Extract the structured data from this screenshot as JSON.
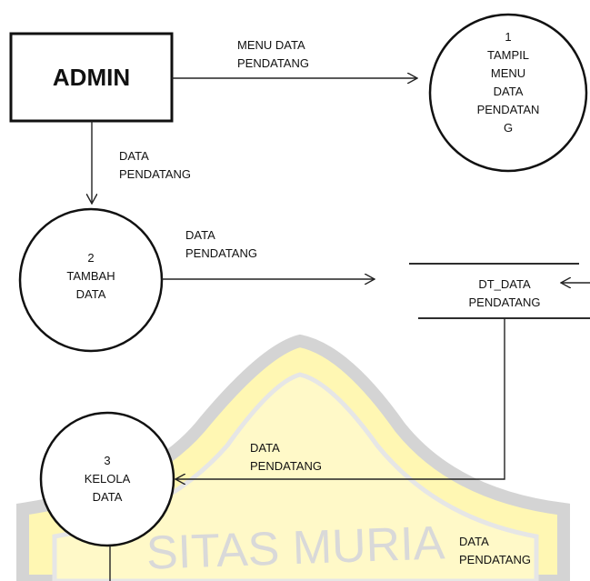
{
  "external_entity": {
    "label": "ADMIN"
  },
  "processes": [
    {
      "number": "1",
      "lines": [
        "TAMPIL",
        "MENU",
        "DATA",
        "PENDATAN",
        "G"
      ]
    },
    {
      "number": "2",
      "lines": [
        "TAMBAH",
        "DATA"
      ]
    },
    {
      "number": "3",
      "lines": [
        "KELOLA",
        "DATA"
      ]
    }
  ],
  "data_store": {
    "lines": [
      "DT_DATA",
      "PENDATANG"
    ]
  },
  "flows": [
    {
      "lines": [
        "MENU DATA",
        "PENDATANG"
      ]
    },
    {
      "lines": [
        "DATA",
        "PENDATANG"
      ]
    },
    {
      "lines": [
        "DATA",
        "PENDATANG"
      ]
    },
    {
      "lines": [
        "DATA",
        "PENDATANG"
      ]
    },
    {
      "lines": [
        "DATA",
        "PENDATANG"
      ]
    }
  ],
  "watermark": {
    "text": "SITAS MURIA",
    "color": "#fff7b0"
  }
}
